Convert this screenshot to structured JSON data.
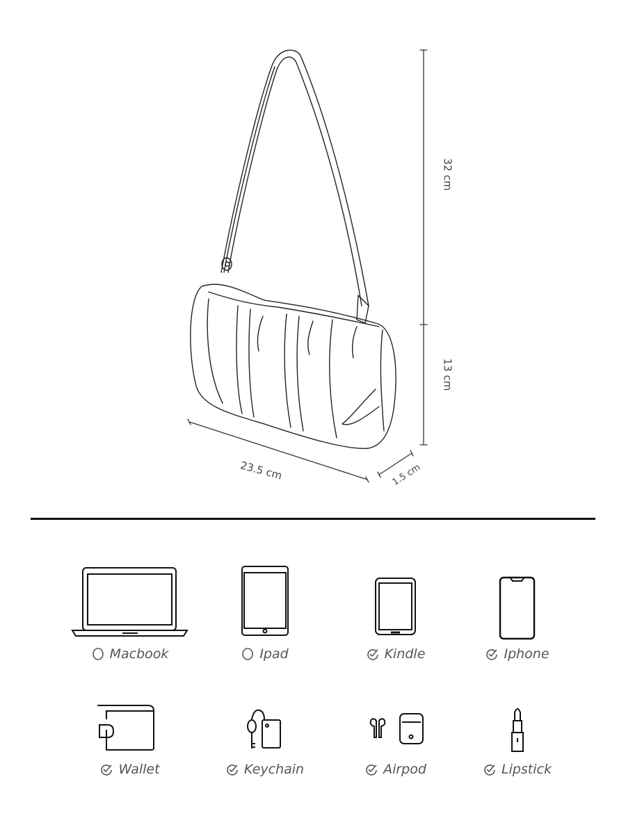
{
  "dimensions": {
    "strap_height": "32 cm",
    "bag_height": "13 cm",
    "bag_width": "23.5 cm",
    "bag_depth": "1.5 cm"
  },
  "fits": [
    {
      "label": "Macbook",
      "icon": "laptop-icon",
      "fits": false
    },
    {
      "label": "Ipad",
      "icon": "tablet-icon",
      "fits": false
    },
    {
      "label": "Kindle",
      "icon": "ereader-icon",
      "fits": true
    },
    {
      "label": "Iphone",
      "icon": "phone-icon",
      "fits": true
    },
    {
      "label": "Wallet",
      "icon": "wallet-icon",
      "fits": true
    },
    {
      "label": "Keychain",
      "icon": "keychain-icon",
      "fits": true
    },
    {
      "label": "Airpod",
      "icon": "airpods-icon",
      "fits": true
    },
    {
      "label": "Lipstick",
      "icon": "lipstick-icon",
      "fits": true
    }
  ]
}
